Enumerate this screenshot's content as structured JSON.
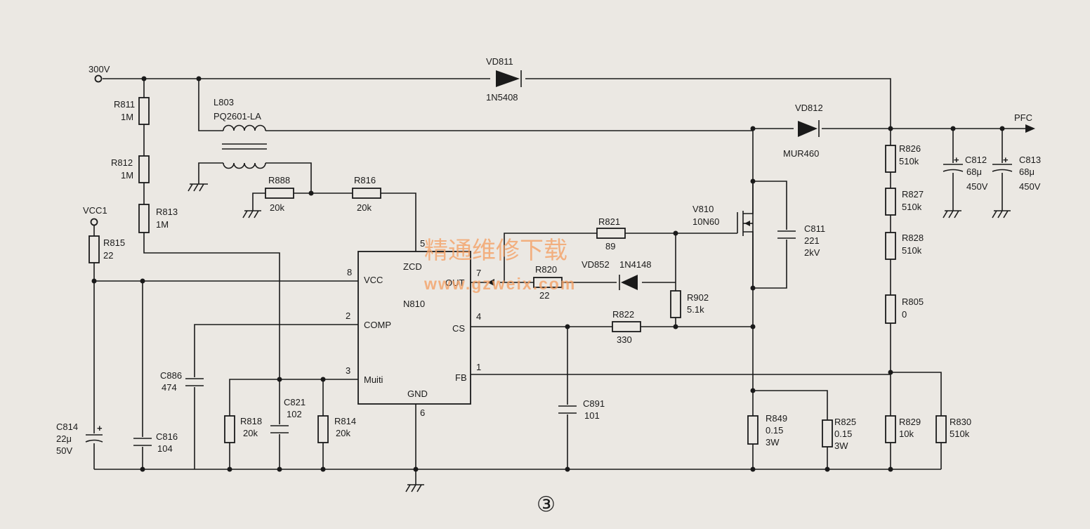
{
  "nets": {
    "hv": "300V",
    "vcc_in": "VCC1",
    "out": "PFC"
  },
  "ic": {
    "name": "N810",
    "pins": {
      "zcd": {
        "label": "ZCD",
        "num": "5"
      },
      "vcc": {
        "label": "VCC",
        "num": "8"
      },
      "comp": {
        "label": "COMP",
        "num": "2"
      },
      "multi": {
        "label": "Muiti",
        "num": "3"
      },
      "gnd": {
        "label": "GND",
        "num": "6"
      },
      "out": {
        "label": "OUT",
        "num": "7"
      },
      "cs": {
        "label": "CS",
        "num": "4"
      },
      "fb": {
        "label": "FB",
        "num": "1"
      }
    }
  },
  "parts": {
    "vd811": {
      "ref": "VD811",
      "val": "1N5408"
    },
    "vd812": {
      "ref": "VD812",
      "val": "MUR460"
    },
    "vd852": {
      "ref": "VD852",
      "val": "1N4148"
    },
    "l803": {
      "ref": "L803",
      "val": "PQ2601-LA"
    },
    "v810": {
      "ref": "V810",
      "val": "10N60"
    },
    "r811": {
      "ref": "R811",
      "val": "1M"
    },
    "r812": {
      "ref": "R812",
      "val": "1M"
    },
    "r813": {
      "ref": "R813",
      "val": "1M"
    },
    "r815": {
      "ref": "R815",
      "val": "22"
    },
    "r888": {
      "ref": "R888",
      "val": "20k"
    },
    "r816": {
      "ref": "R816",
      "val": "20k"
    },
    "r821": {
      "ref": "R821",
      "val": "89"
    },
    "r820": {
      "ref": "R820",
      "val": "22"
    },
    "r902": {
      "ref": "R902",
      "val": "5.1k"
    },
    "r822": {
      "ref": "R822",
      "val": "330"
    },
    "r818": {
      "ref": "R818",
      "val": "20k"
    },
    "r814": {
      "ref": "R814",
      "val": "20k"
    },
    "r849": {
      "ref": "R849",
      "val": "0.15",
      "val2": "3W"
    },
    "r825": {
      "ref": "R825",
      "val": "0.15",
      "val2": "3W"
    },
    "r826": {
      "ref": "R826",
      "val": "510k"
    },
    "r827": {
      "ref": "R827",
      "val": "510k"
    },
    "r828": {
      "ref": "R828",
      "val": "510k"
    },
    "r805": {
      "ref": "R805",
      "val": "0"
    },
    "r829": {
      "ref": "R829",
      "val": "10k"
    },
    "r830": {
      "ref": "R830",
      "val": "510k"
    },
    "c811": {
      "ref": "C811",
      "val": "221",
      "val2": "2kV"
    },
    "c812": {
      "ref": "C812",
      "val": "68μ",
      "val2": "450V"
    },
    "c813": {
      "ref": "C813",
      "val": "68μ",
      "val2": "450V"
    },
    "c814": {
      "ref": "C814",
      "val": "22μ",
      "val2": "50V"
    },
    "c816": {
      "ref": "C816",
      "val": "104"
    },
    "c886": {
      "ref": "C886",
      "val": "474"
    },
    "c821": {
      "ref": "C821",
      "val": "102"
    },
    "c891": {
      "ref": "C891",
      "val": "101"
    }
  },
  "figure_number": "③",
  "watermark": {
    "text": "精通维修下载",
    "url": "www.gzweix.com"
  }
}
